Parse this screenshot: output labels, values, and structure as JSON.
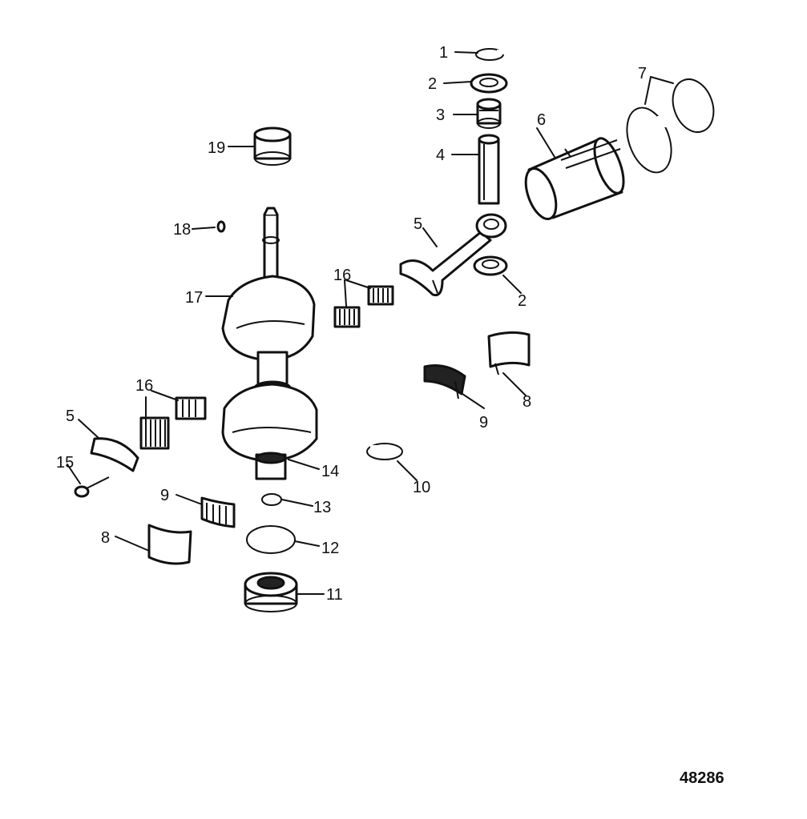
{
  "diagram": {
    "figure_number": "48286",
    "callouts": {
      "c1": "1",
      "c2a": "2",
      "c2b": "2",
      "c3": "3",
      "c4": "4",
      "c5a": "5",
      "c5b": "5",
      "c6": "6",
      "c7": "7",
      "c8a": "8",
      "c8b": "8",
      "c9a": "9",
      "c9b": "9",
      "c10": "10",
      "c11": "11",
      "c12": "12",
      "c13": "13",
      "c14": "14",
      "c15": "15",
      "c16a": "16",
      "c16b": "16",
      "c17": "17",
      "c18": "18",
      "c19": "19"
    }
  }
}
